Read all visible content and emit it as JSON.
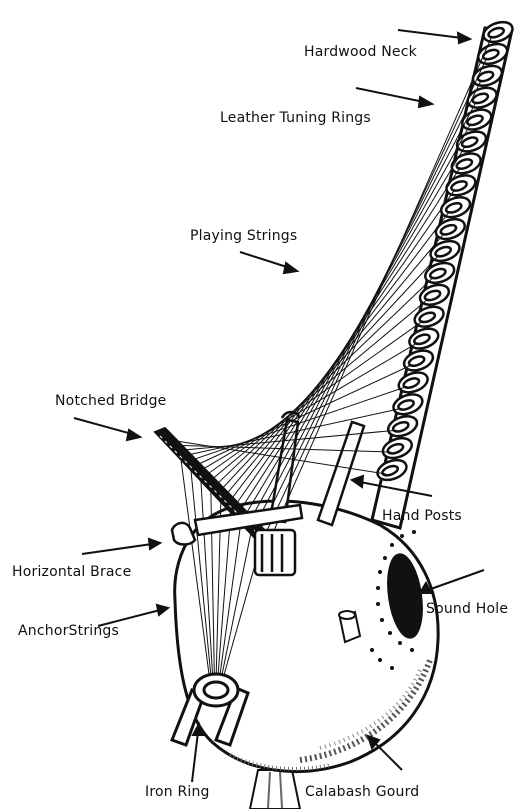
{
  "labels": {
    "hardwood_neck": "Hardwood Neck",
    "leather_tuning_rings": "Leather Tuning Rings",
    "playing_strings": "Playing Strings",
    "notched_bridge": "Notched Bridge",
    "hand_posts": "Hand Posts",
    "horizontal_brace": "Horizontal Brace",
    "sound_hole": "Sound Hole",
    "anchor_strings": "AnchorStrings",
    "iron_ring": "Iron Ring",
    "calabash_gourd": "Calabash Gourd"
  },
  "colors": {
    "ink": "#111111",
    "paper": "#ffffff",
    "shade": "#555555"
  }
}
